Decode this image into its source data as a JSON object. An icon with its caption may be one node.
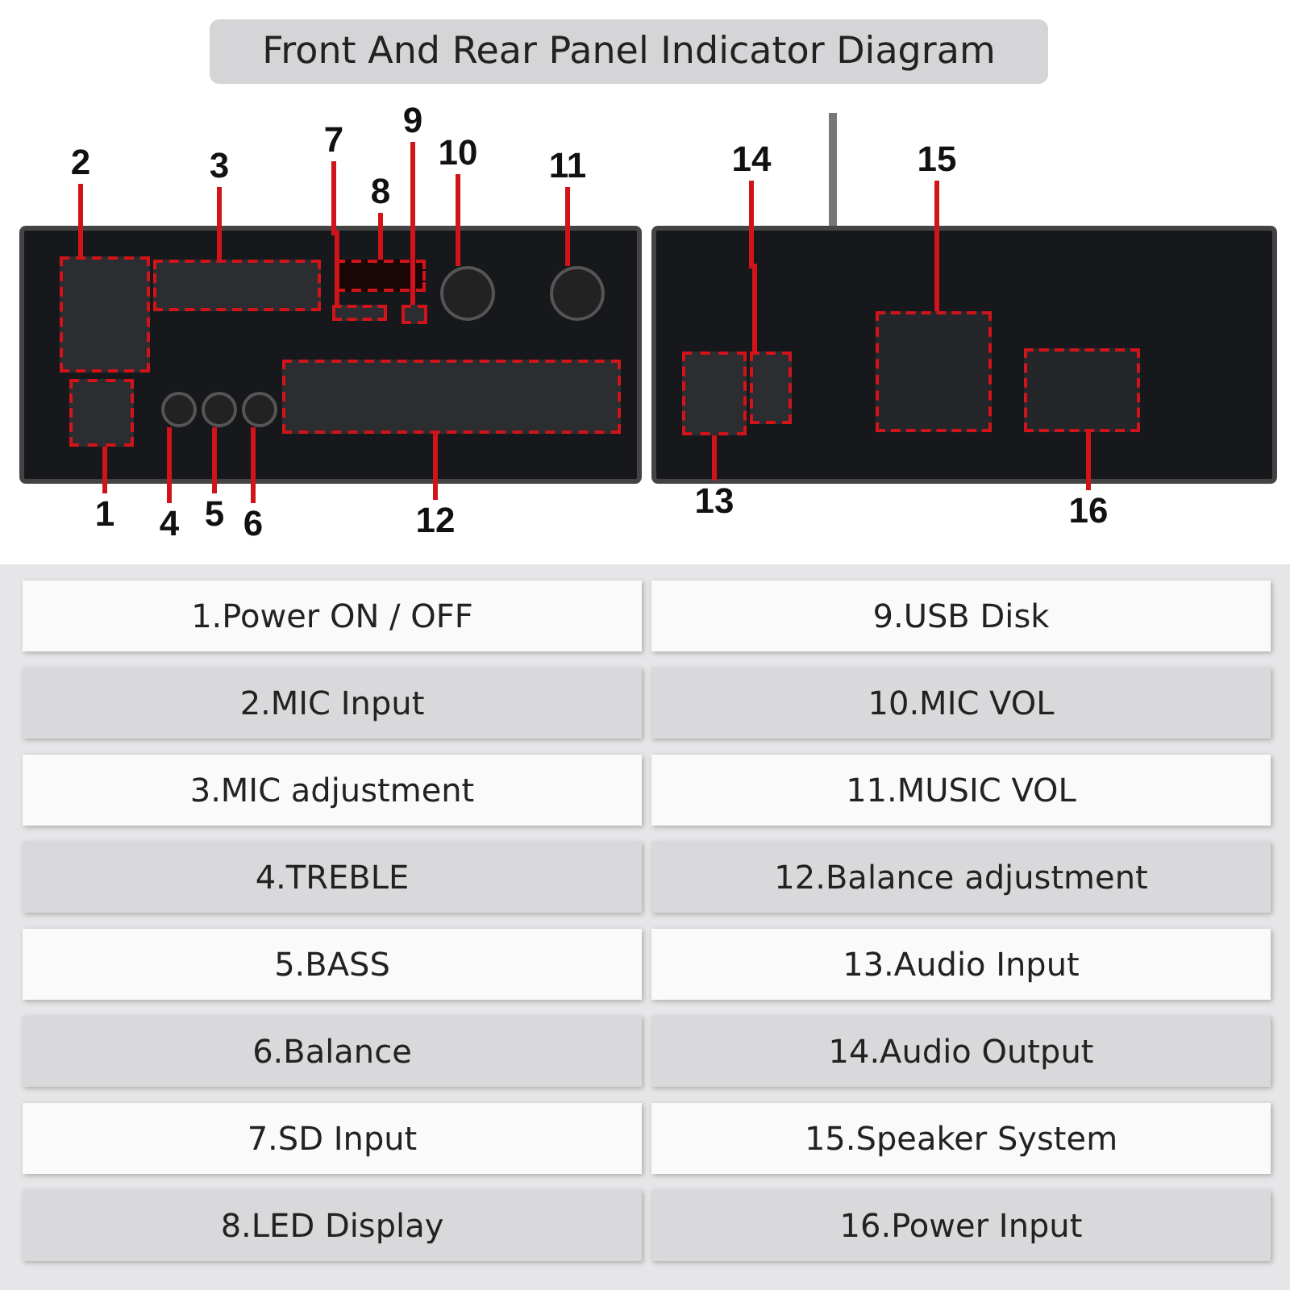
{
  "diagram": {
    "title": "Front And Rear Panel Indicator Diagram",
    "nodes": [
      {
        "text": [],
        "shape": "picture"
      },
      {
        "text": [],
        "shape": "box",
        "in": 0
      },
      {
        "text": [],
        "shape": "box",
        "in": 0
      },
      {
        "text": [],
        "shape": "box",
        "in": 0
      },
      {
        "text": [],
        "shape": "circle",
        "in": 0
      },
      {
        "text": [],
        "shape": "circle",
        "in": 0
      },
      {
        "text": [],
        "shape": "circle",
        "in": 0
      },
      {
        "text": [],
        "shape": "box",
        "in": 0
      },
      {
        "text": [],
        "shape": "box",
        "in": 0
      },
      {
        "text": [],
        "shape": "box",
        "in": 0
      },
      {
        "text": [],
        "shape": "circle",
        "in": 0
      },
      {
        "text": [],
        "shape": "circle",
        "in": 0
      },
      {
        "text": [],
        "shape": "box",
        "in": 0
      },
      {
        "text": [],
        "shape": "picture"
      },
      {
        "text": [],
        "shape": "box",
        "in": 13
      },
      {
        "text": [],
        "shape": "box",
        "in": 13
      },
      {
        "text": [],
        "shape": "box",
        "in": 13
      },
      {
        "text": [],
        "shape": "box",
        "in": 13
      },
      {
        "text": [
          "1"
        ]
      },
      {
        "text": [
          "2"
        ]
      },
      {
        "text": [
          "3"
        ]
      },
      {
        "text": [
          "4"
        ]
      },
      {
        "text": [
          "5"
        ]
      },
      {
        "text": [
          "6"
        ]
      },
      {
        "text": [
          "7"
        ]
      },
      {
        "text": [
          "8"
        ]
      },
      {
        "text": [
          "9"
        ]
      },
      {
        "text": [
          "10"
        ]
      },
      {
        "text": [
          "11"
        ]
      },
      {
        "text": [
          "12"
        ]
      },
      {
        "text": [
          "13"
        ]
      },
      {
        "text": [
          "14"
        ]
      },
      {
        "text": [
          "15"
        ]
      },
      {
        "text": [
          "16"
        ]
      }
    ],
    "edges": [
      {
        "from": 18,
        "to": 1,
        "arrow": "none"
      },
      {
        "from": 19,
        "to": 2,
        "arrow": "none"
      },
      {
        "from": 20,
        "to": 3,
        "arrow": "none"
      },
      {
        "from": 21,
        "to": 4,
        "arrow": "none"
      },
      {
        "from": 22,
        "to": 5,
        "arrow": "none"
      },
      {
        "from": 23,
        "to": 6,
        "arrow": "none"
      },
      {
        "from": 24,
        "to": 7,
        "arrow": "none"
      },
      {
        "from": 25,
        "to": 8,
        "arrow": "none"
      },
      {
        "from": 26,
        "to": 9,
        "arrow": "none"
      },
      {
        "from": 27,
        "to": 10,
        "arrow": "none"
      },
      {
        "from": 28,
        "to": 11,
        "arrow": "none"
      },
      {
        "from": 29,
        "to": 12,
        "arrow": "none"
      },
      {
        "from": 30,
        "to": 14,
        "arrow": "none"
      },
      {
        "from": 31,
        "to": 15,
        "arrow": "none"
      },
      {
        "from": 32,
        "to": 16,
        "arrow": "none"
      },
      {
        "from": 33,
        "to": 17,
        "arrow": "none"
      }
    ],
    "labels": [
      "1.Power ON / OFF",
      "9.USB Disk",
      "2.MIC Input",
      "10.MIC VOL",
      "3.MIC adjustment",
      "11.MUSIC VOL",
      "4.TREBLE",
      "12.Balance adjustment",
      "5.BASS",
      "13.Audio Input",
      "6.Balance",
      "14.Audio Output",
      "7.SD Input",
      "15.Speaker System",
      "8.LED Display",
      "16.Power Input"
    ]
  }
}
